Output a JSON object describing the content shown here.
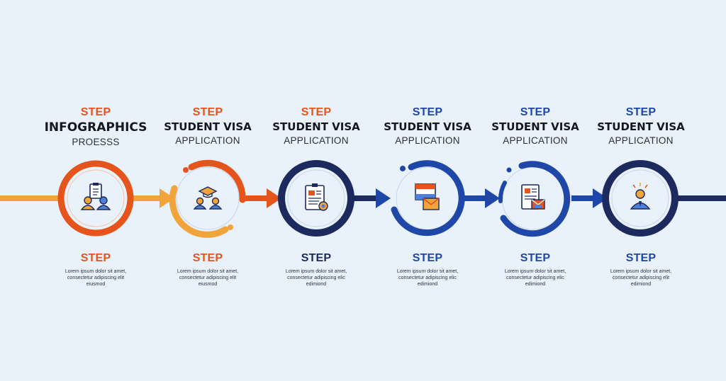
{
  "colors": {
    "background": "#e9f1fb",
    "orange_dark": "#e4541b",
    "orange_light": "#f0a43a",
    "navy": "#1c2a5e",
    "blue": "#1f47a8",
    "ring_inner": "#e9f1fb"
  },
  "steps": [
    {
      "top_label": "STEP",
      "title": "INFOGRAPHICS",
      "subtitle": "PROESSS",
      "bottom_label": "STEP",
      "description": "Lorem ipsum dolor sit amet, consectetur adipiscing elit eiusmod",
      "icon": "two-people-clipboard-icon",
      "label_color": "#e4541b",
      "bottom_color": "#e4541b"
    },
    {
      "top_label": "STEP",
      "title": "STUDENT VISA",
      "subtitle": "APPLICATION",
      "bottom_label": "STEP",
      "description": "Lorem ipsum dolor sit amet, consectetur adipiscing elit eiusmod",
      "icon": "graduation-cap-people-icon",
      "label_color": "#e4541b",
      "bottom_color": "#e4541b"
    },
    {
      "top_label": "STEP",
      "title": "STUDENT VISA",
      "subtitle": "APPLICATION",
      "bottom_label": "STEP",
      "description": "Lorem ipsum dolor sit amet, consectetur adipiscing elic edimiond",
      "icon": "document-clipboard-icon",
      "label_color": "#e4541b",
      "bottom_color": "#1c2a5e"
    },
    {
      "top_label": "STEP",
      "title": "STUDENT VISA",
      "subtitle": "APPLICATION",
      "bottom_label": "STEP",
      "description": "Lorem ipsum dolor sit amet, consectetur adipiscing elic edimiond",
      "icon": "flag-envelope-icon",
      "label_color": "#1f47a8",
      "bottom_color": "#1f47a8"
    },
    {
      "top_label": "STEP",
      "title": "STUDENT VISA",
      "subtitle": "APPLICATION",
      "bottom_label": "STEP",
      "description": "Lorem ipsum dolor sit amet, consectetur adipiscing elic edimiond",
      "icon": "form-envelope-icon",
      "label_color": "#1f47a8",
      "bottom_color": "#1f47a8"
    },
    {
      "top_label": "STEP",
      "title": "STUDENT VISA",
      "subtitle": "APPLICATION",
      "bottom_label": "STEP",
      "description": "Lorem ipsum dolor sit amet, consectetur adipiscing elit edimiond",
      "icon": "person-idea-icon",
      "label_color": "#1f47a8",
      "bottom_color": "#1f47a8"
    }
  ]
}
